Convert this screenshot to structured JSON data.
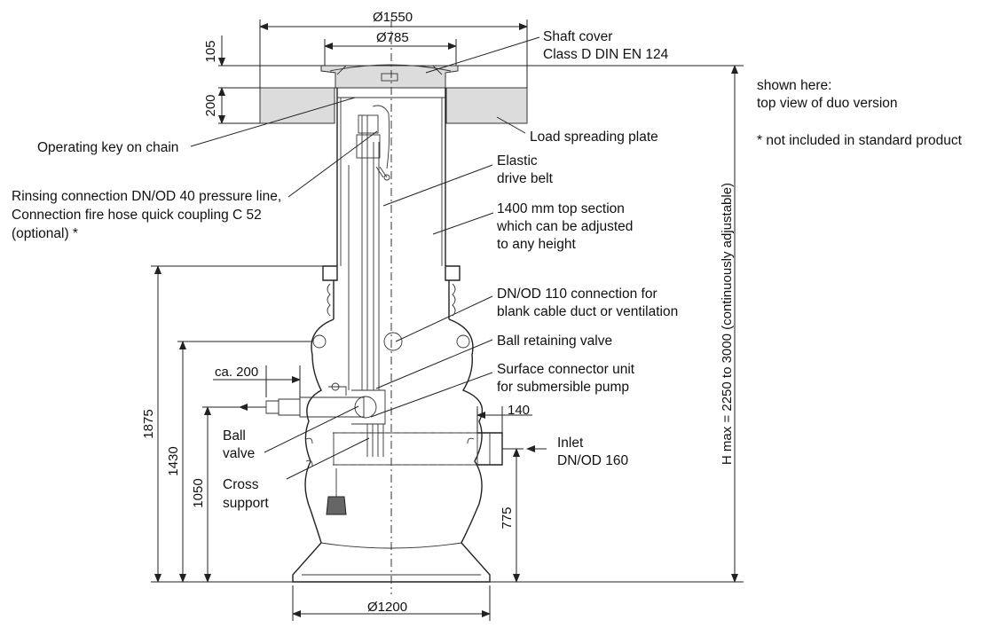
{
  "dimensions": {
    "cover_outer": "Ø1550",
    "cover_inner": "Ø785",
    "cover_height": "105",
    "plate_height": "200",
    "base_diameter": "Ø1200",
    "total_height": "1875",
    "connection_height": "1430",
    "ball_valve_height": "1050",
    "inlet_height": "775",
    "hose_offset": "ca. 200",
    "inlet_offset": "140",
    "h_max": "H max = 2250 to 3000 (continuously adjustable)"
  },
  "labels": {
    "shaft_cover_1": "Shaft cover",
    "shaft_cover_2": "Class D DIN EN 124",
    "load_plate": "Load spreading plate",
    "operating_key": "Operating key on chain",
    "rinsing_1": "Rinsing connection DN/OD 40 pressure line,",
    "rinsing_2": "Connection fire hose quick coupling C 52",
    "rinsing_3": "(optional) *",
    "belt_1": "Elastic",
    "belt_2": "drive belt",
    "top_section_1": "1400 mm top section",
    "top_section_2": "which can be adjusted",
    "top_section_3": "to any height",
    "dn110_1": "DN/OD 110 connection for",
    "dn110_2": "blank cable duct or ventilation",
    "ball_retaining": "Ball retaining valve",
    "surface_1": "Surface connector unit",
    "surface_2": "for submersible pump",
    "ball_valve_1": "Ball",
    "ball_valve_2": "valve",
    "cross_1": "Cross",
    "cross_2": "support",
    "inlet_1": "Inlet",
    "inlet_2": "DN/OD 160"
  },
  "notes": {
    "shown_1": "shown here:",
    "shown_2": "top view of duo version",
    "not_included": "* not included in standard product"
  }
}
